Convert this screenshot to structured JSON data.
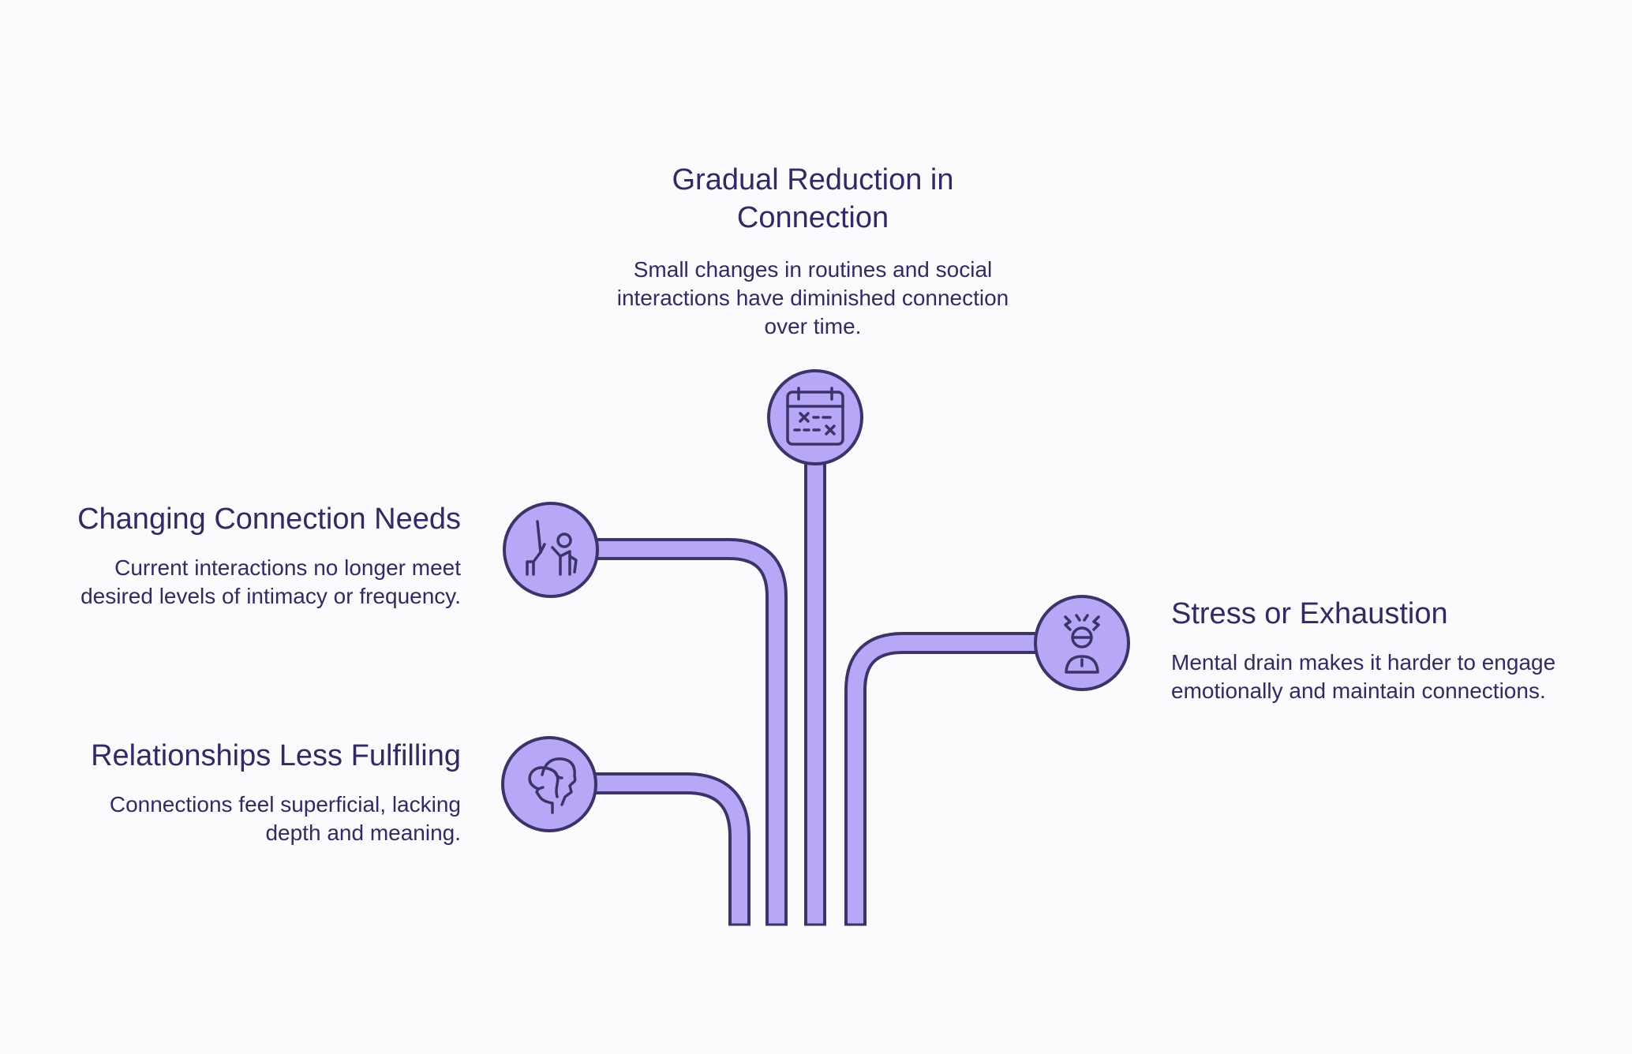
{
  "nodes": [
    {
      "id": "gradual-reduction",
      "title": "Gradual Reduction in Connection",
      "description": "Small changes in routines and social interactions have diminished connection over time.",
      "icon": "calendar-cancel-icon"
    },
    {
      "id": "changing-needs",
      "title": "Changing Connection Needs",
      "description": "Current interactions no longer meet desired levels of intimacy or frequency.",
      "icon": "people-reaching-icon"
    },
    {
      "id": "relationships-less-fulfilling",
      "title": "Relationships Less Fulfilling",
      "description": "Connections feel superficial, lacking depth and meaning.",
      "icon": "two-heads-icon"
    },
    {
      "id": "stress-exhaustion",
      "title": "Stress or Exhaustion",
      "description": "Mental drain makes it harder to engage emotionally and maintain connections.",
      "icon": "stressed-person-icon"
    }
  ],
  "colors": {
    "fill": "#b8a7f7",
    "stroke": "#3a3468",
    "text": "#2f2b63",
    "background": "#fcfafc"
  }
}
